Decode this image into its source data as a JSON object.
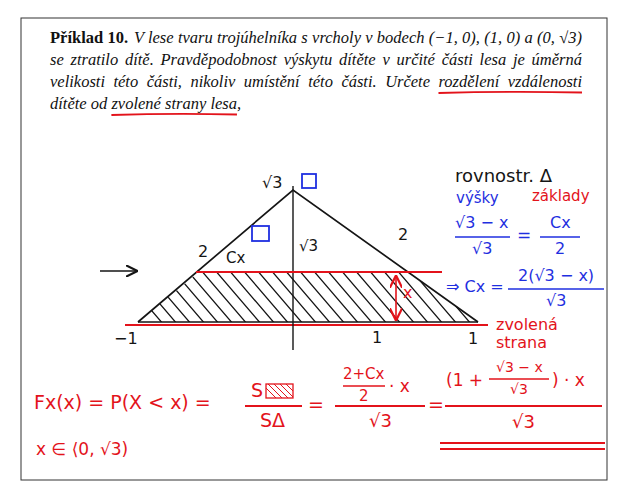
{
  "diagram": {
    "labels": [
      "Příklad 10.",
      "V lese tvaru trojúhelníka s vrcholy v bodech (−1, 0), (1, 0) a (0, √3) se ztratilo dítě. Pravděpodobnost výskytu dítěte v určité části lesa je úměrná velikosti této části, nikoliv umístění této části. Určete rozdělení vzdálenosti dítěte od zvolené strany lesa,",
      "√3",
      "rovnostr. Δ",
      "výšky",
      "základy",
      "√3 − x",
      "√3",
      "=",
      "Cx",
      "2",
      "⇒ Cx =",
      "2(√3 − x)",
      "√3",
      "2",
      "2",
      "√3",
      "Cx",
      "x",
      "−1",
      "1",
      "1",
      "zvolená strana",
      "Fx(x) = P(X < x) =",
      "S",
      "SΔ",
      "=",
      "2+Cx",
      "2",
      "· x",
      "√3",
      "=",
      "(1 +",
      "√3 − x",
      "√3",
      ") · x",
      "√3",
      "x ∈ ⟨0, √3)"
    ]
  }
}
